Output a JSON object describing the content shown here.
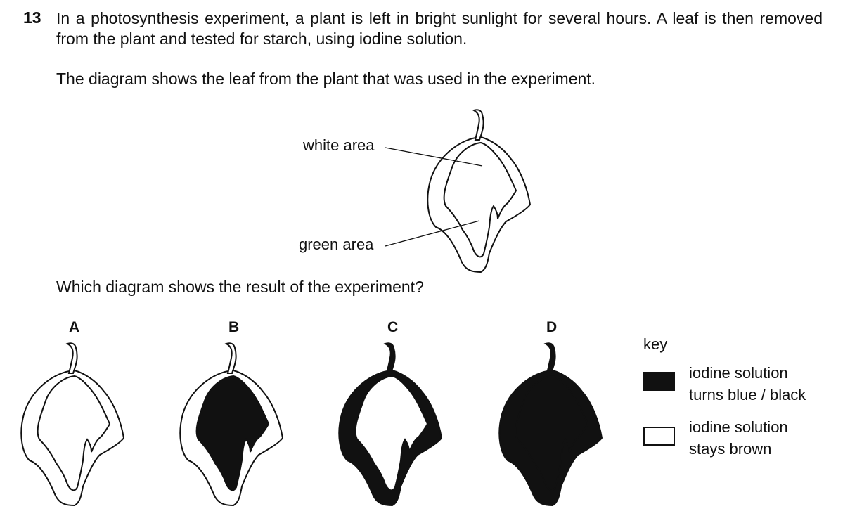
{
  "question": {
    "number": "13",
    "stem": "In a photosynthesis experiment, a plant is left in bright sunlight for several hours. A leaf is then removed from the plant and tested for starch, using iodine solution.",
    "intro": "The diagram shows the leaf from the plant that was used in the experiment.",
    "prompt": "Which diagram shows the result of the experiment?"
  },
  "diagram": {
    "label_white": "white area",
    "label_green": "green area"
  },
  "options": [
    {
      "letter": "A",
      "outer_fill": "#ffffff",
      "inner_fill": "#ffffff"
    },
    {
      "letter": "B",
      "outer_fill": "#ffffff",
      "inner_fill": "#111111"
    },
    {
      "letter": "C",
      "outer_fill": "#111111",
      "inner_fill": "#ffffff"
    },
    {
      "letter": "D",
      "outer_fill": "#111111",
      "inner_fill": "#111111"
    }
  ],
  "key": {
    "title": "key",
    "black_line1": "iodine solution",
    "black_line2": "turns blue / black",
    "white_line1": "iodine solution",
    "white_line2": "stays brown"
  }
}
